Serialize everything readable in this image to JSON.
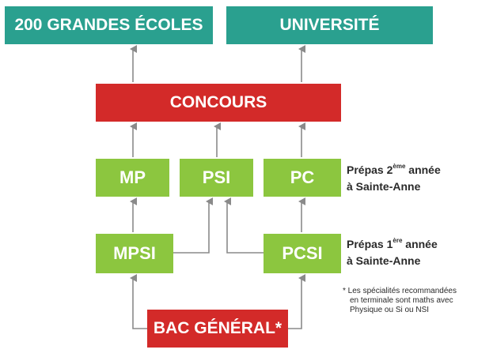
{
  "colors": {
    "teal": "#2aa08f",
    "red": "#d32a29",
    "green": "#8cc63f",
    "arrow": "#8a8a8a"
  },
  "top": {
    "grandes_ecoles": "200 GRANDES ÉCOLES",
    "universite": "UNIVERSITÉ"
  },
  "concours": "CONCOURS",
  "year2": {
    "mp": "MP",
    "psi": "PSI",
    "pc": "PC",
    "label_prefix": "Prépas 2",
    "label_sup": "ème",
    "label_suffix": " année",
    "label_line2": "à Sainte-Anne"
  },
  "year1": {
    "mpsi": "MPSI",
    "pcsi": "PCSI",
    "label_prefix": "Prépas 1",
    "label_sup": "ère",
    "label_suffix": " année",
    "label_line2": "à Sainte-Anne"
  },
  "bac": "BAC GÉNÉRAL*",
  "footnote": {
    "line1": "* Les spécialités recommandées",
    "line2": "en terminale sont maths avec",
    "line3": "Physique ou Si ou NSI"
  }
}
